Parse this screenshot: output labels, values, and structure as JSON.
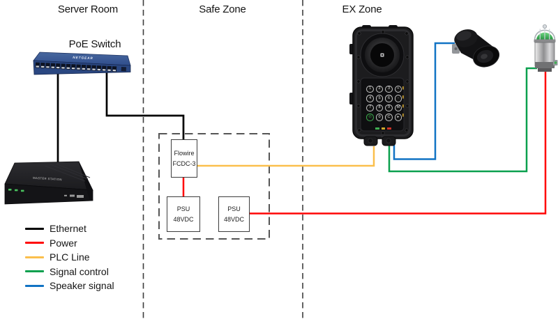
{
  "zones": {
    "server_room": {
      "label": "Server Room"
    },
    "safe_zone": {
      "label": "Safe Zone"
    },
    "ex_zone": {
      "label": "EX Zone"
    }
  },
  "devices": {
    "poe_switch": {
      "label": "PoE Switch",
      "brand": "NETGEAR"
    },
    "master_station": {
      "panel_text": "MASTER STATION"
    },
    "flowire_converter": {
      "name": "Flowire",
      "model": "FCDC-3"
    },
    "psu_left": {
      "name": "PSU",
      "rating": "48VDC"
    },
    "psu_right": {
      "name": "PSU",
      "rating": "48VDC"
    },
    "intercom": {
      "keypad": [
        "1",
        "2",
        "3",
        "+",
        "4",
        "5",
        "6",
        "-",
        "7",
        "8",
        "9",
        "M",
        "✆",
        "0",
        "C",
        "▸"
      ],
      "led_colors": [
        "#3fae52",
        "#d0a92b",
        "#d03228"
      ],
      "call_key_color": "#3aa84b"
    }
  },
  "legend": {
    "items": [
      {
        "label": "Ethernet",
        "color": "#000000"
      },
      {
        "label": "Power",
        "color": "#ff0505"
      },
      {
        "label": "PLC Line",
        "color": "#fbbf4c"
      },
      {
        "label": "Signal control",
        "color": "#0aa04e"
      },
      {
        "label": "Speaker signal",
        "color": "#1173c4"
      }
    ]
  }
}
